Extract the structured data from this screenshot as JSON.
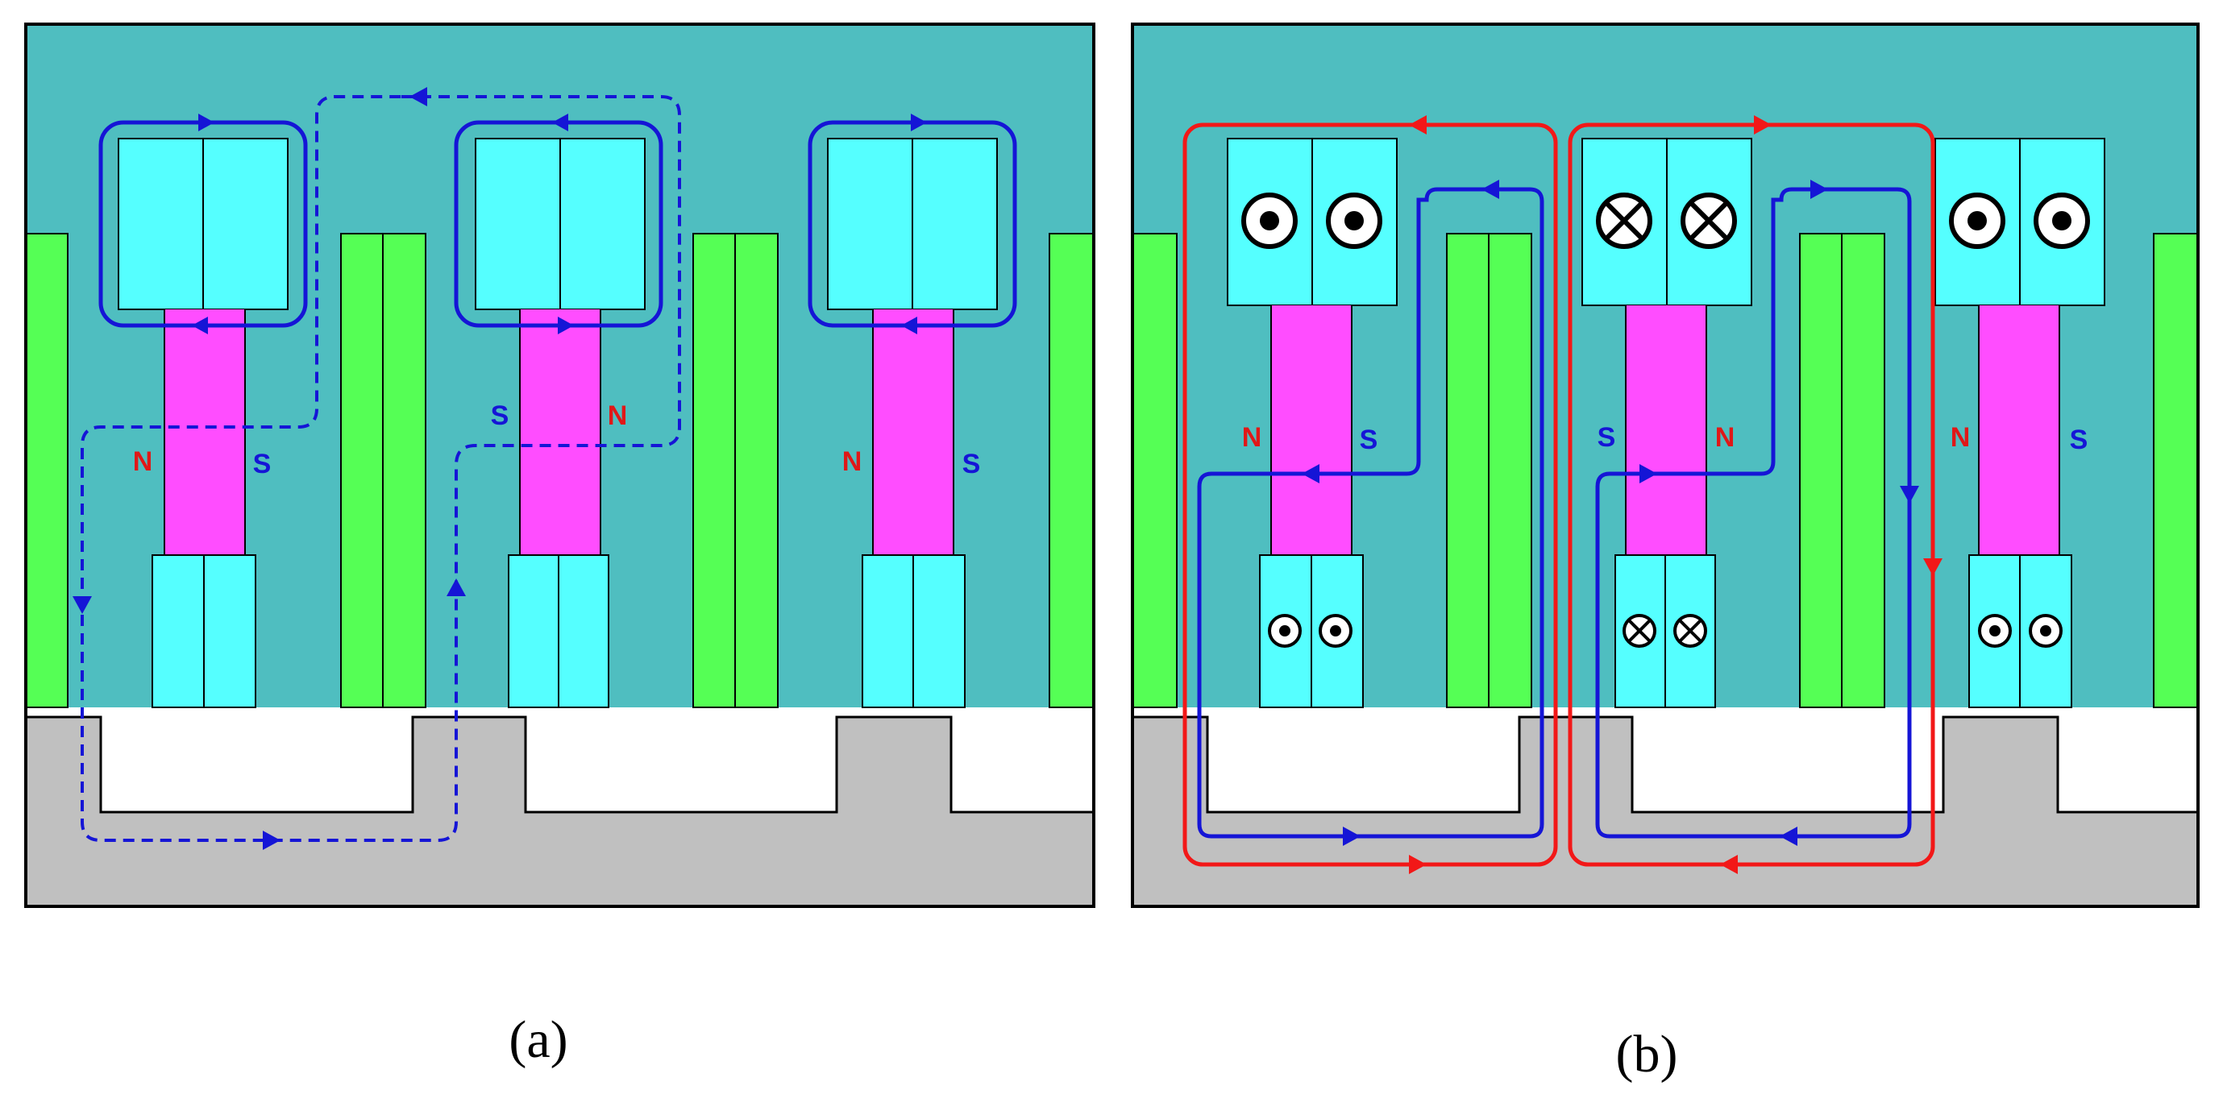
{
  "colors": {
    "background": "#4FBEC0",
    "coil": "#55FFFF",
    "magnet": "#FF4DFF",
    "tooth": "#55FF55",
    "rotor": "#C0C0C0",
    "air": "#FFFFFF",
    "flux_blue": "#1515D6",
    "flux_red": "#F21818",
    "label_red": "#E01818",
    "label_blue": "#1515D6"
  },
  "panel_a": {
    "caption": "(a)",
    "poles": [
      {
        "left": "N",
        "right": "S"
      },
      {
        "left": "S",
        "right": "N"
      },
      {
        "left": "N",
        "right": "S"
      }
    ]
  },
  "panel_b": {
    "caption": "(b)",
    "poles": [
      {
        "left": "N",
        "right": "S"
      },
      {
        "left": "S",
        "right": "N"
      },
      {
        "left": "N",
        "right": "S"
      }
    ],
    "coil_symbols": [
      "dot",
      "cross",
      "dot"
    ]
  }
}
